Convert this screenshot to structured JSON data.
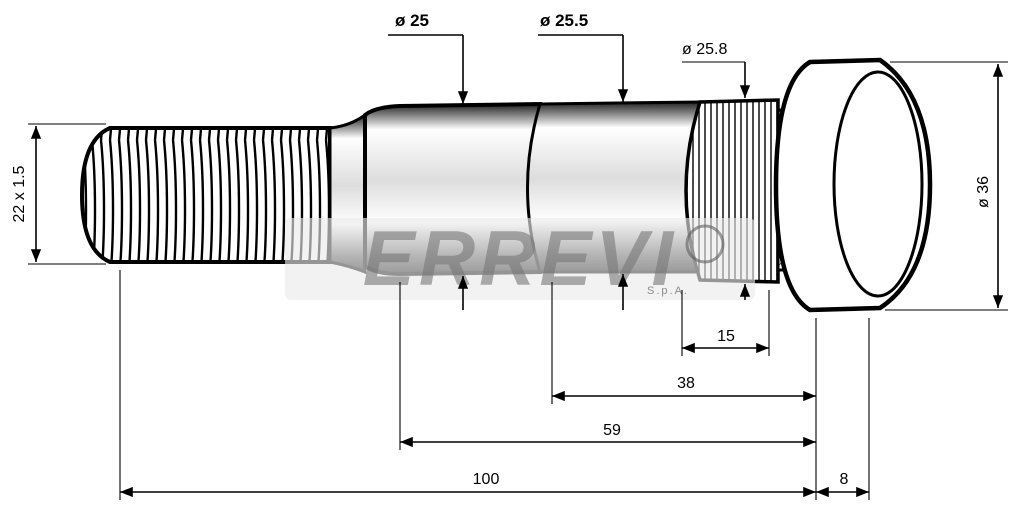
{
  "diameters": {
    "d25": "ø 25",
    "d25_5": "ø 25.5",
    "d25_8": "ø 25.8",
    "d36": "ø 36"
  },
  "thread": "22 x 1.5",
  "lengths": {
    "l15": "15",
    "l38": "38",
    "l59": "59",
    "l100": "100",
    "l8": "8"
  },
  "watermark": {
    "brand": "ERREVI",
    "suffix": "S.p.A."
  }
}
